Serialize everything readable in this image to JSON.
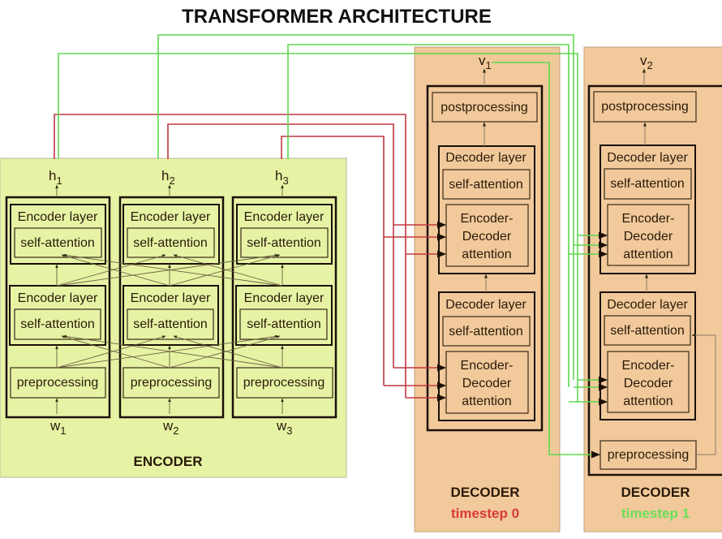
{
  "title": "TRANSFORMER ARCHITECTURE",
  "colors": {
    "encoder_bg": "#e6f3a4",
    "decoder_bg": "#f1c99a",
    "timestep0": "#d9393a",
    "timestep1": "#6ae05a"
  },
  "encoder": {
    "label": "ENCODER",
    "columns": [
      {
        "output": "h",
        "output_sub": "1",
        "input": "w",
        "input_sub": "1"
      },
      {
        "output": "h",
        "output_sub": "2",
        "input": "w",
        "input_sub": "2"
      },
      {
        "output": "h",
        "output_sub": "3",
        "input": "w",
        "input_sub": "3"
      }
    ],
    "layer_label": "Encoder layer",
    "self_attention": "self-attention",
    "preprocessing": "preprocessing"
  },
  "decoders": [
    {
      "label": "DECODER",
      "timestep": "timestep 0",
      "output": "v",
      "output_sub": "1",
      "postprocessing": "postprocessing",
      "layer_label": "Decoder layer",
      "self_attention": "self-attention",
      "enc_dec": [
        "Encoder-",
        "Decoder",
        "attention"
      ]
    },
    {
      "label": "DECODER",
      "timestep": "timestep 1",
      "output": "v",
      "output_sub": "2",
      "postprocessing": "postprocessing",
      "layer_label": "Decoder layer",
      "self_attention": "self-attention",
      "enc_dec": [
        "Encoder-",
        "Decoder",
        "attention"
      ],
      "preprocessing": "preprocessing"
    }
  ]
}
